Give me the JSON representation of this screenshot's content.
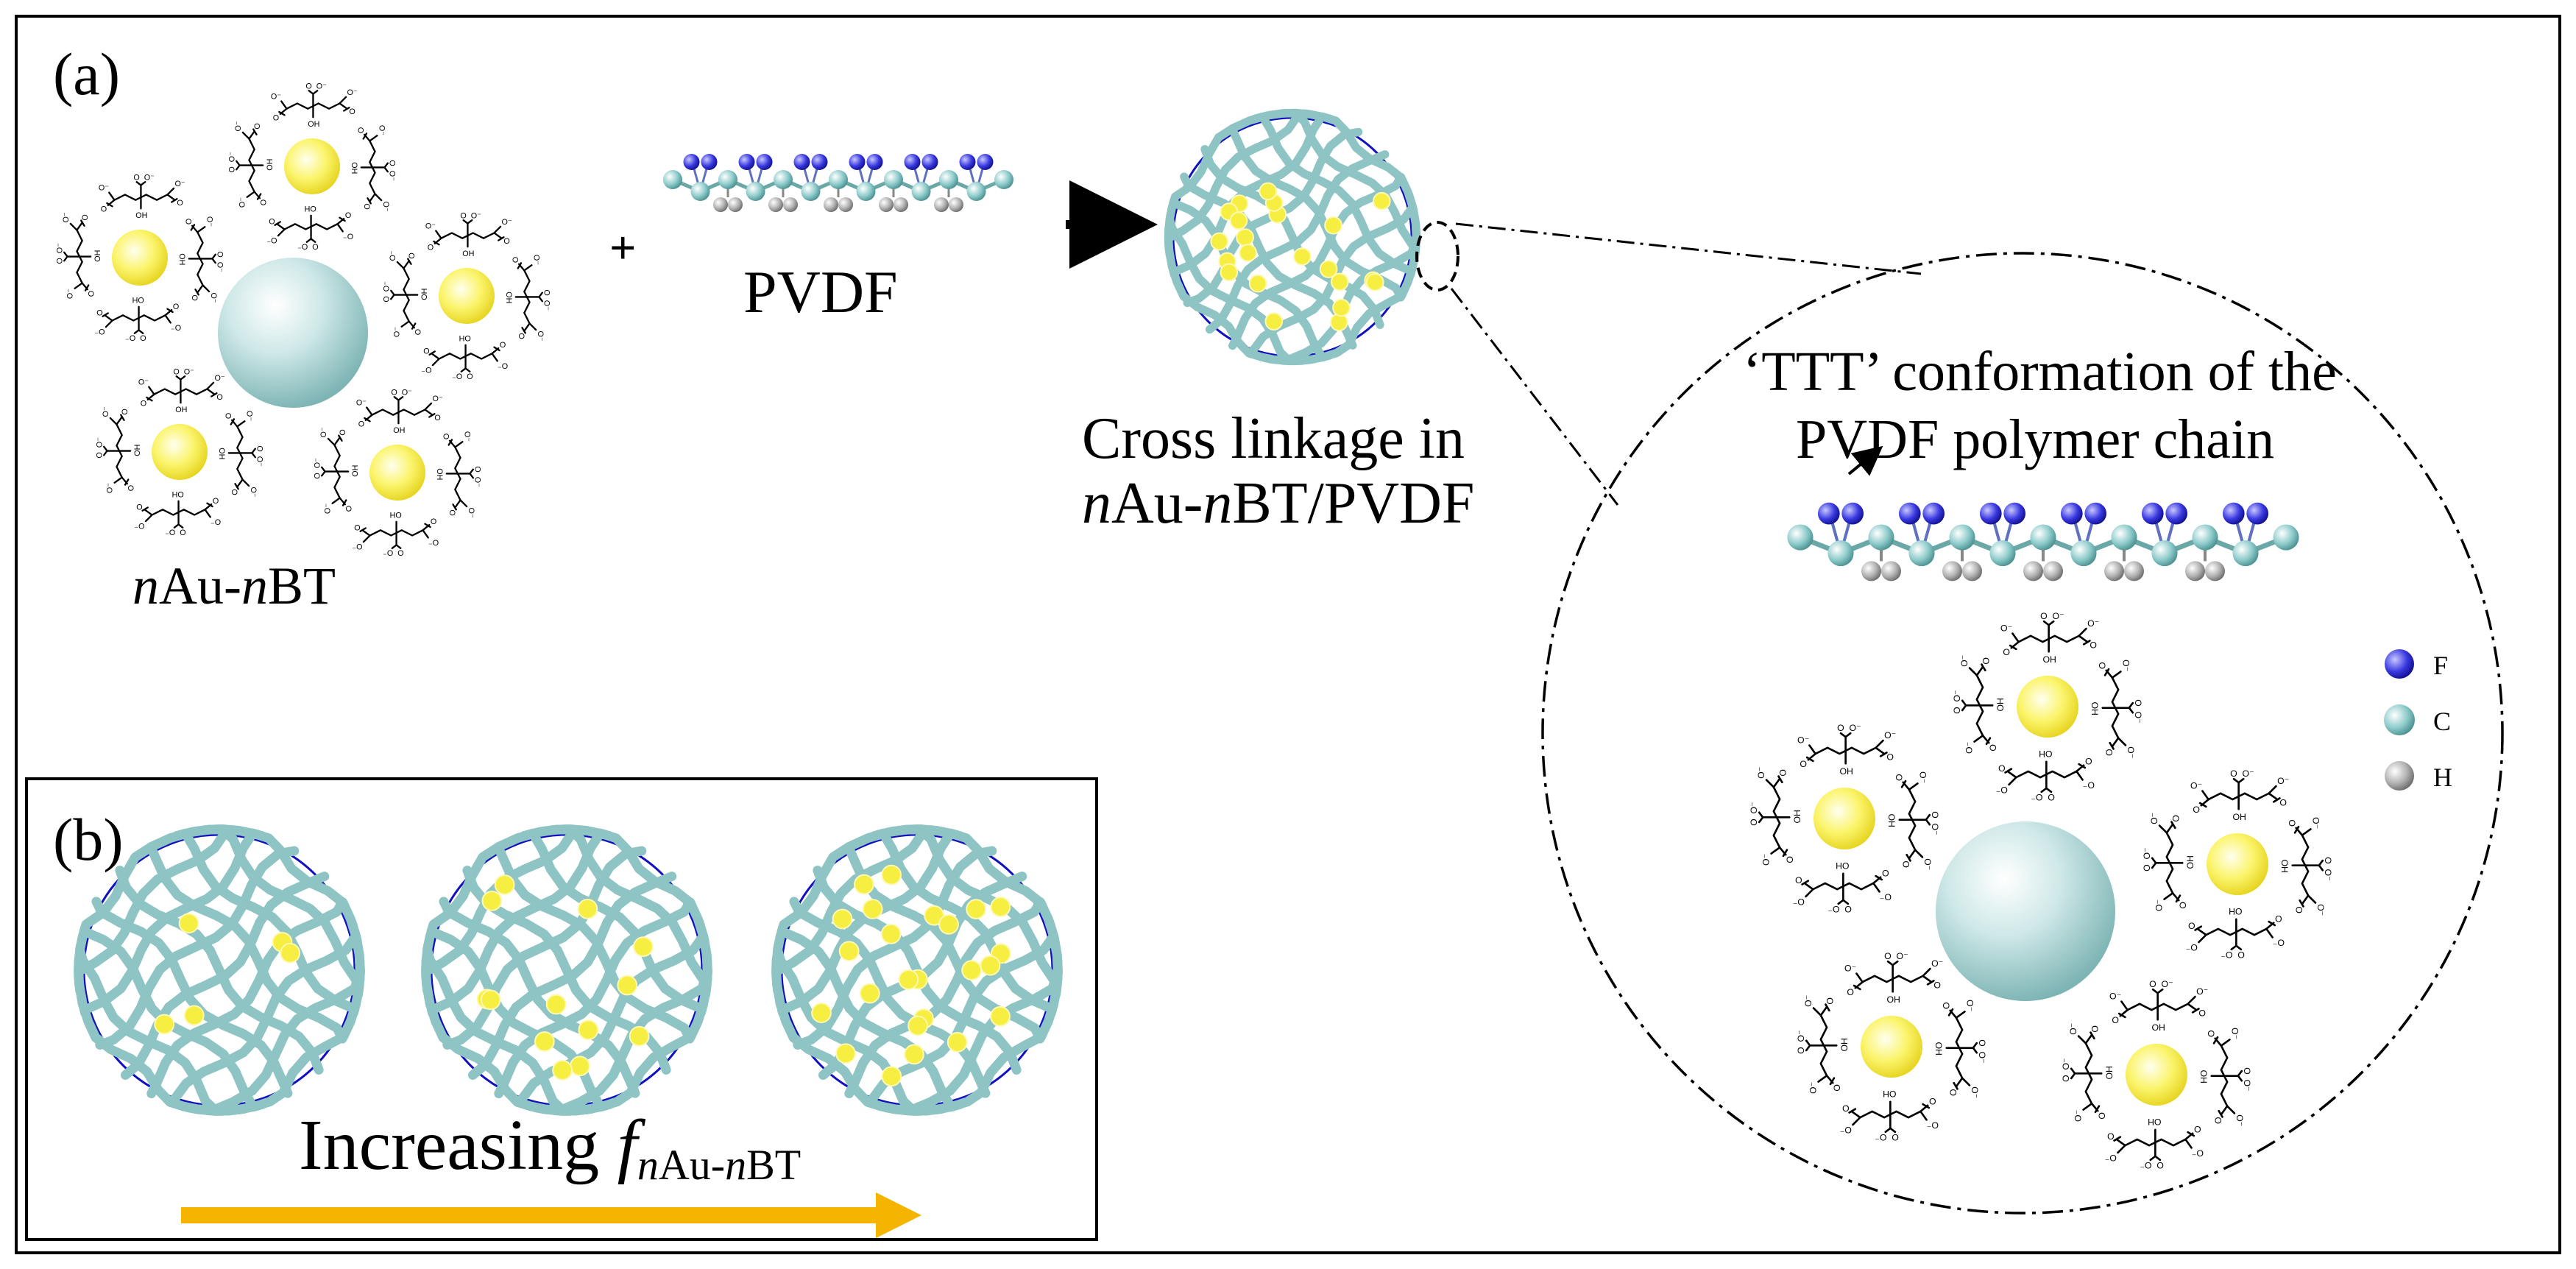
{
  "panels": {
    "a_label": "(a)",
    "b_label": "(b)"
  },
  "labels": {
    "nano_composite": {
      "i1": "n",
      "t1": "Au-",
      "i2": "n",
      "t2": "BT"
    },
    "plus": "+",
    "pvdf": "PVDF",
    "cross_line1": "Cross linkage in",
    "cross_line2": {
      "i1": "n",
      "t1": "Au-",
      "i2": "n",
      "t2": "BT/PVDF"
    },
    "ttt_line1": "‘TTT’ conformation of the",
    "ttt_line2": "PVDF polymer chain",
    "increasing": {
      "word": "Increasing ",
      "f": "f",
      "s_i1": "n",
      "s_t1": "Au-",
      "s_i2": "n",
      "s_t2": "BT"
    }
  },
  "legend": [
    {
      "symbol": "F",
      "color": "#2a2ad8"
    },
    {
      "symbol": "C",
      "color": "#7ec4c4"
    },
    {
      "symbol": "H",
      "color": "#9a9a9a"
    }
  ],
  "citrate": {
    "o_minus": "O⁻",
    "oh": "OH",
    "ho": "HO",
    "o": "O"
  },
  "colors": {
    "border": "#000000",
    "sphere_outline": "#1010c0",
    "polymer": "#8fc4c4",
    "gold": "#f6ee40",
    "arrow": "#f5b400",
    "bt_sphere": "#a9d6d6"
  }
}
